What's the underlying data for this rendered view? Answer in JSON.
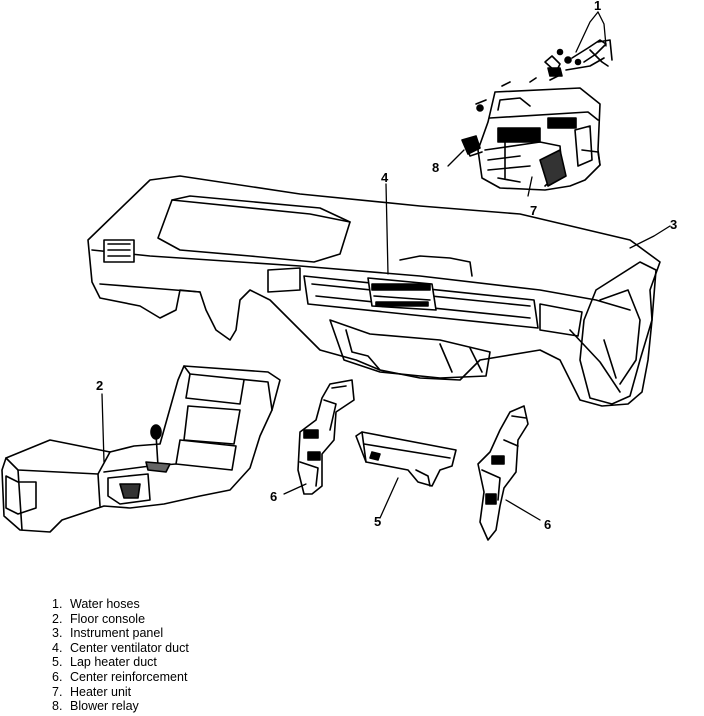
{
  "callouts": {
    "c1": "1",
    "c2": "2",
    "c3": "3",
    "c4": "4",
    "c5": "5",
    "c6a": "6",
    "c6b": "6",
    "c7": "7",
    "c8": "8"
  },
  "legend": [
    {
      "num": "1.",
      "text": "Water hoses"
    },
    {
      "num": "2.",
      "text": "Floor console"
    },
    {
      "num": "3.",
      "text": "Instrument panel"
    },
    {
      "num": "4.",
      "text": "Center ventilator duct"
    },
    {
      "num": "5.",
      "text": "Lap heater duct"
    },
    {
      "num": "6.",
      "text": "Center reinforcement"
    },
    {
      "num": "7.",
      "text": "Heater unit"
    },
    {
      "num": "8.",
      "text": "Blower relay"
    }
  ]
}
